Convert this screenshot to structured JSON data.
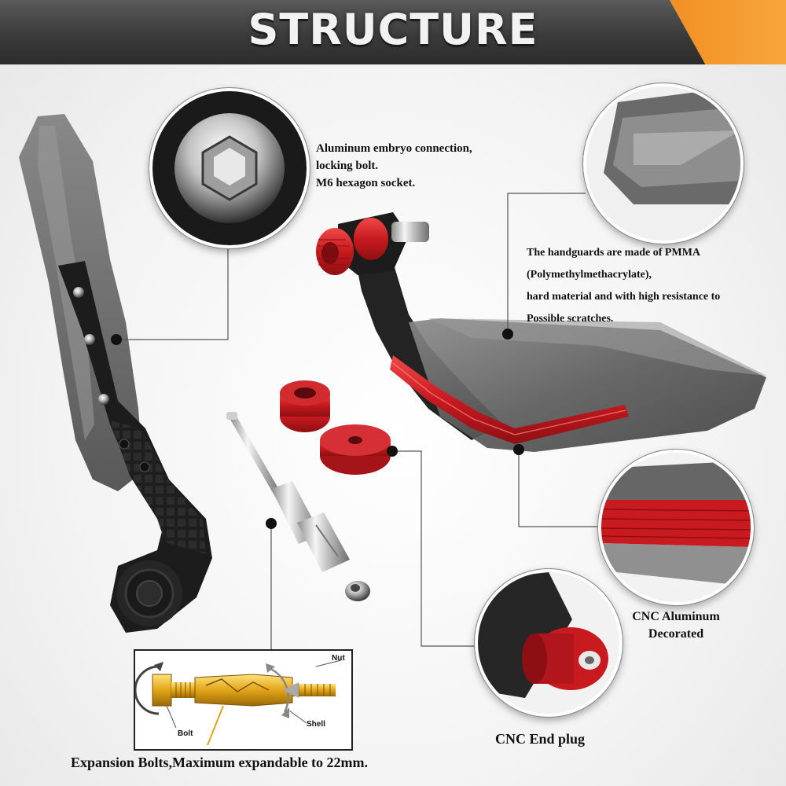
{
  "header": {
    "title": "STRUCTURE"
  },
  "callouts": {
    "bolt": [
      "Aluminum embryo connection,",
      "locking bolt.",
      "M6 hexagon socket."
    ],
    "pmma": [
      "The handguards are made of PMMA",
      "(Polymethylmethacrylate),",
      "hard material and with high resistance to",
      "Possible scratches."
    ],
    "cnc_decor": [
      "CNC Aluminum",
      "Decorated"
    ],
    "end_plug": "CNC End plug",
    "expansion": "Expansion Bolts,Maximum expandable to 22mm."
  },
  "diagram": {
    "nut": "Nut",
    "shell": "Shell",
    "bolt": "Bolt"
  },
  "colors": {
    "accent": "#d8262a",
    "banner": "#3b3b3b",
    "banner_accent": "#f39322",
    "smoke": "#5f5f5f"
  }
}
